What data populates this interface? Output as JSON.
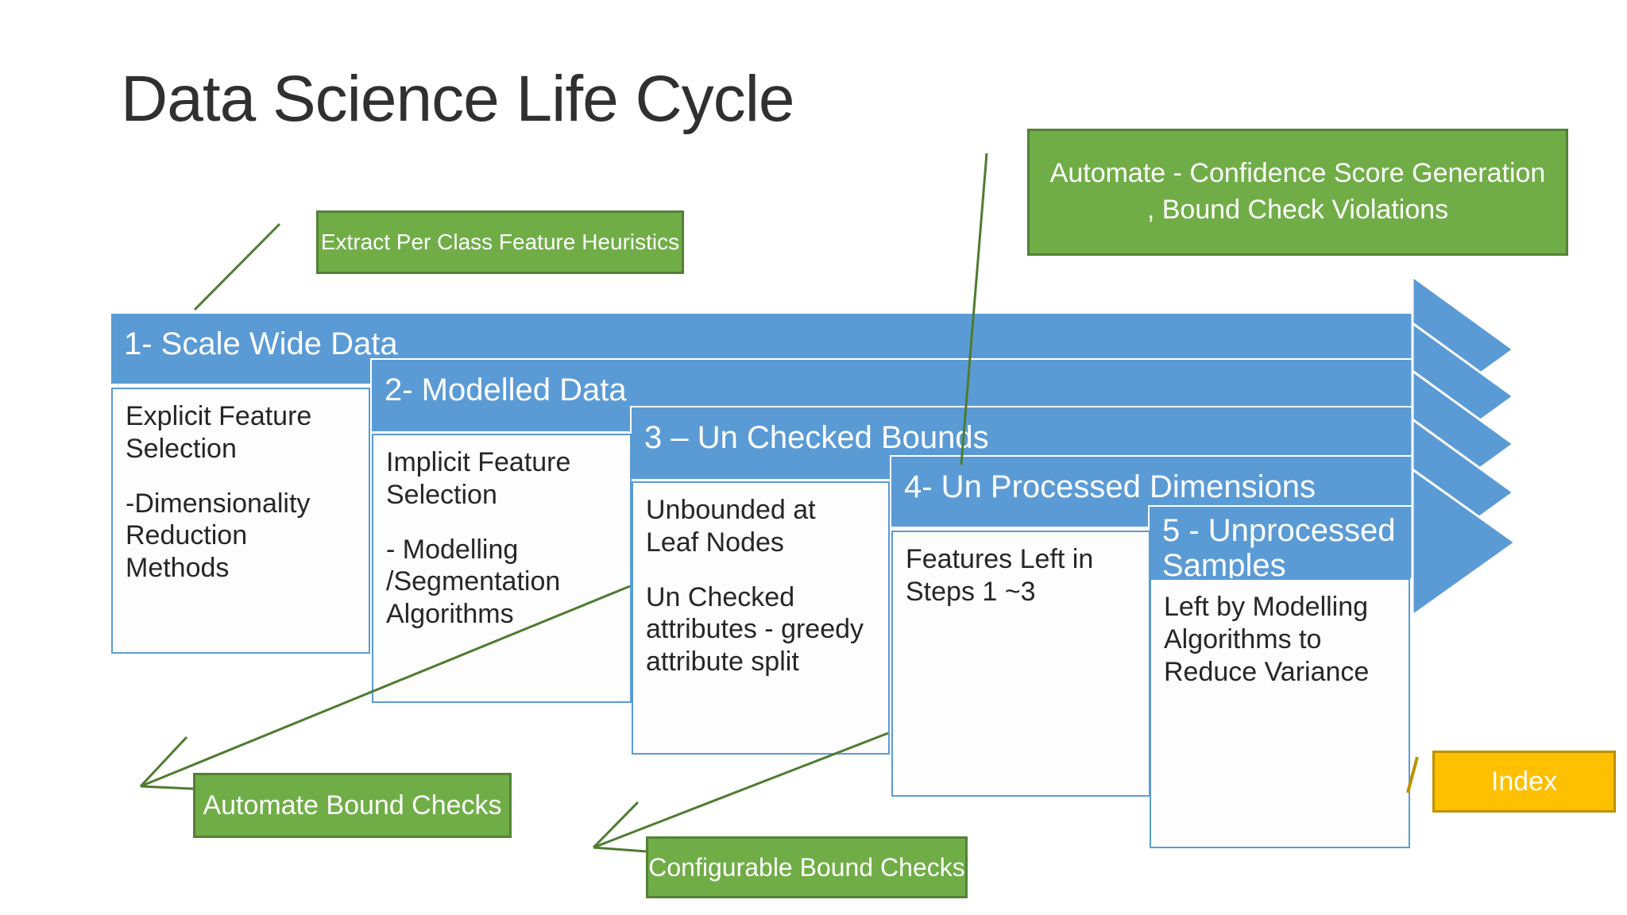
{
  "title": "Data Science Life Cycle",
  "colors": {
    "banner_blue": "#5b9bd5",
    "green_fill": "#70ad47",
    "green_border": "#538135",
    "connector_green": "#4e7b30",
    "amber_fill": "#ffc000",
    "amber_border": "#bf9000",
    "text_dark": "#262626",
    "note_border": "#5b9bd5"
  },
  "callouts": {
    "extract": "Extract Per Class Feature  Heuristics",
    "confidence_line1": "Automate - Confidence Score Generation",
    "confidence_line2": ", Bound Check Violations",
    "automate_bounds": "Automate Bound Checks",
    "configurable_bounds": "Configurable Bound Checks"
  },
  "index_button": "Index",
  "steps": [
    {
      "banner": "1- Scale Wide Data",
      "note_line1": "Explicit Feature Selection",
      "note_line2": "-Dimensionality Reduction Methods"
    },
    {
      "banner": "2- Modelled Data",
      "note_line1": "Implicit Feature Selection",
      "note_line2": "- Modelling /Segmentation Algorithms"
    },
    {
      "banner": "3 – Un Checked Bounds",
      "note_line1": "Unbounded at Leaf Nodes",
      "note_line2": "Un Checked attributes - greedy attribute split"
    },
    {
      "banner": "4- Un Processed Dimensions",
      "note_line1": "Features Left in Steps 1 ~3",
      "note_line2": ""
    },
    {
      "banner": "5 - Unprocessed Samples",
      "note_line1": "Left by Modelling Algorithms to Reduce Variance",
      "note_line2": ""
    }
  ]
}
